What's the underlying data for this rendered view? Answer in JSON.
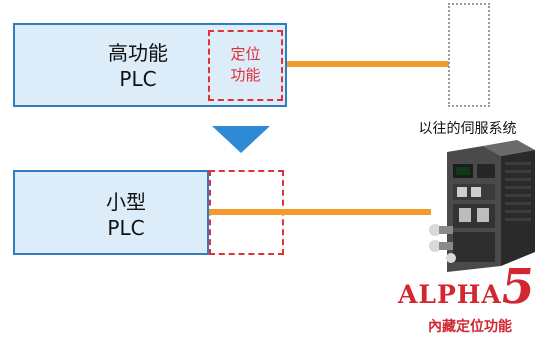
{
  "plc_high": {
    "line1": "高功能",
    "line2": "PLC"
  },
  "positioning_function": {
    "line1": "定位",
    "line2": "功能"
  },
  "plc_small": {
    "line1": "小型",
    "line2": "PLC"
  },
  "legacy_servo_label": "以往的伺服系统",
  "alpha5_logo": {
    "word": "ALPHA",
    "number": "5"
  },
  "builtin_positioning_label": "內藏定位功能",
  "colors": {
    "plc_fill": "#dcecf8",
    "plc_border": "#2f7fc0",
    "dashed_red": "#e0303a",
    "cable_orange": "#f39a2c",
    "arrow_blue": "#2f8ad6",
    "brand_red": "#d22630"
  }
}
